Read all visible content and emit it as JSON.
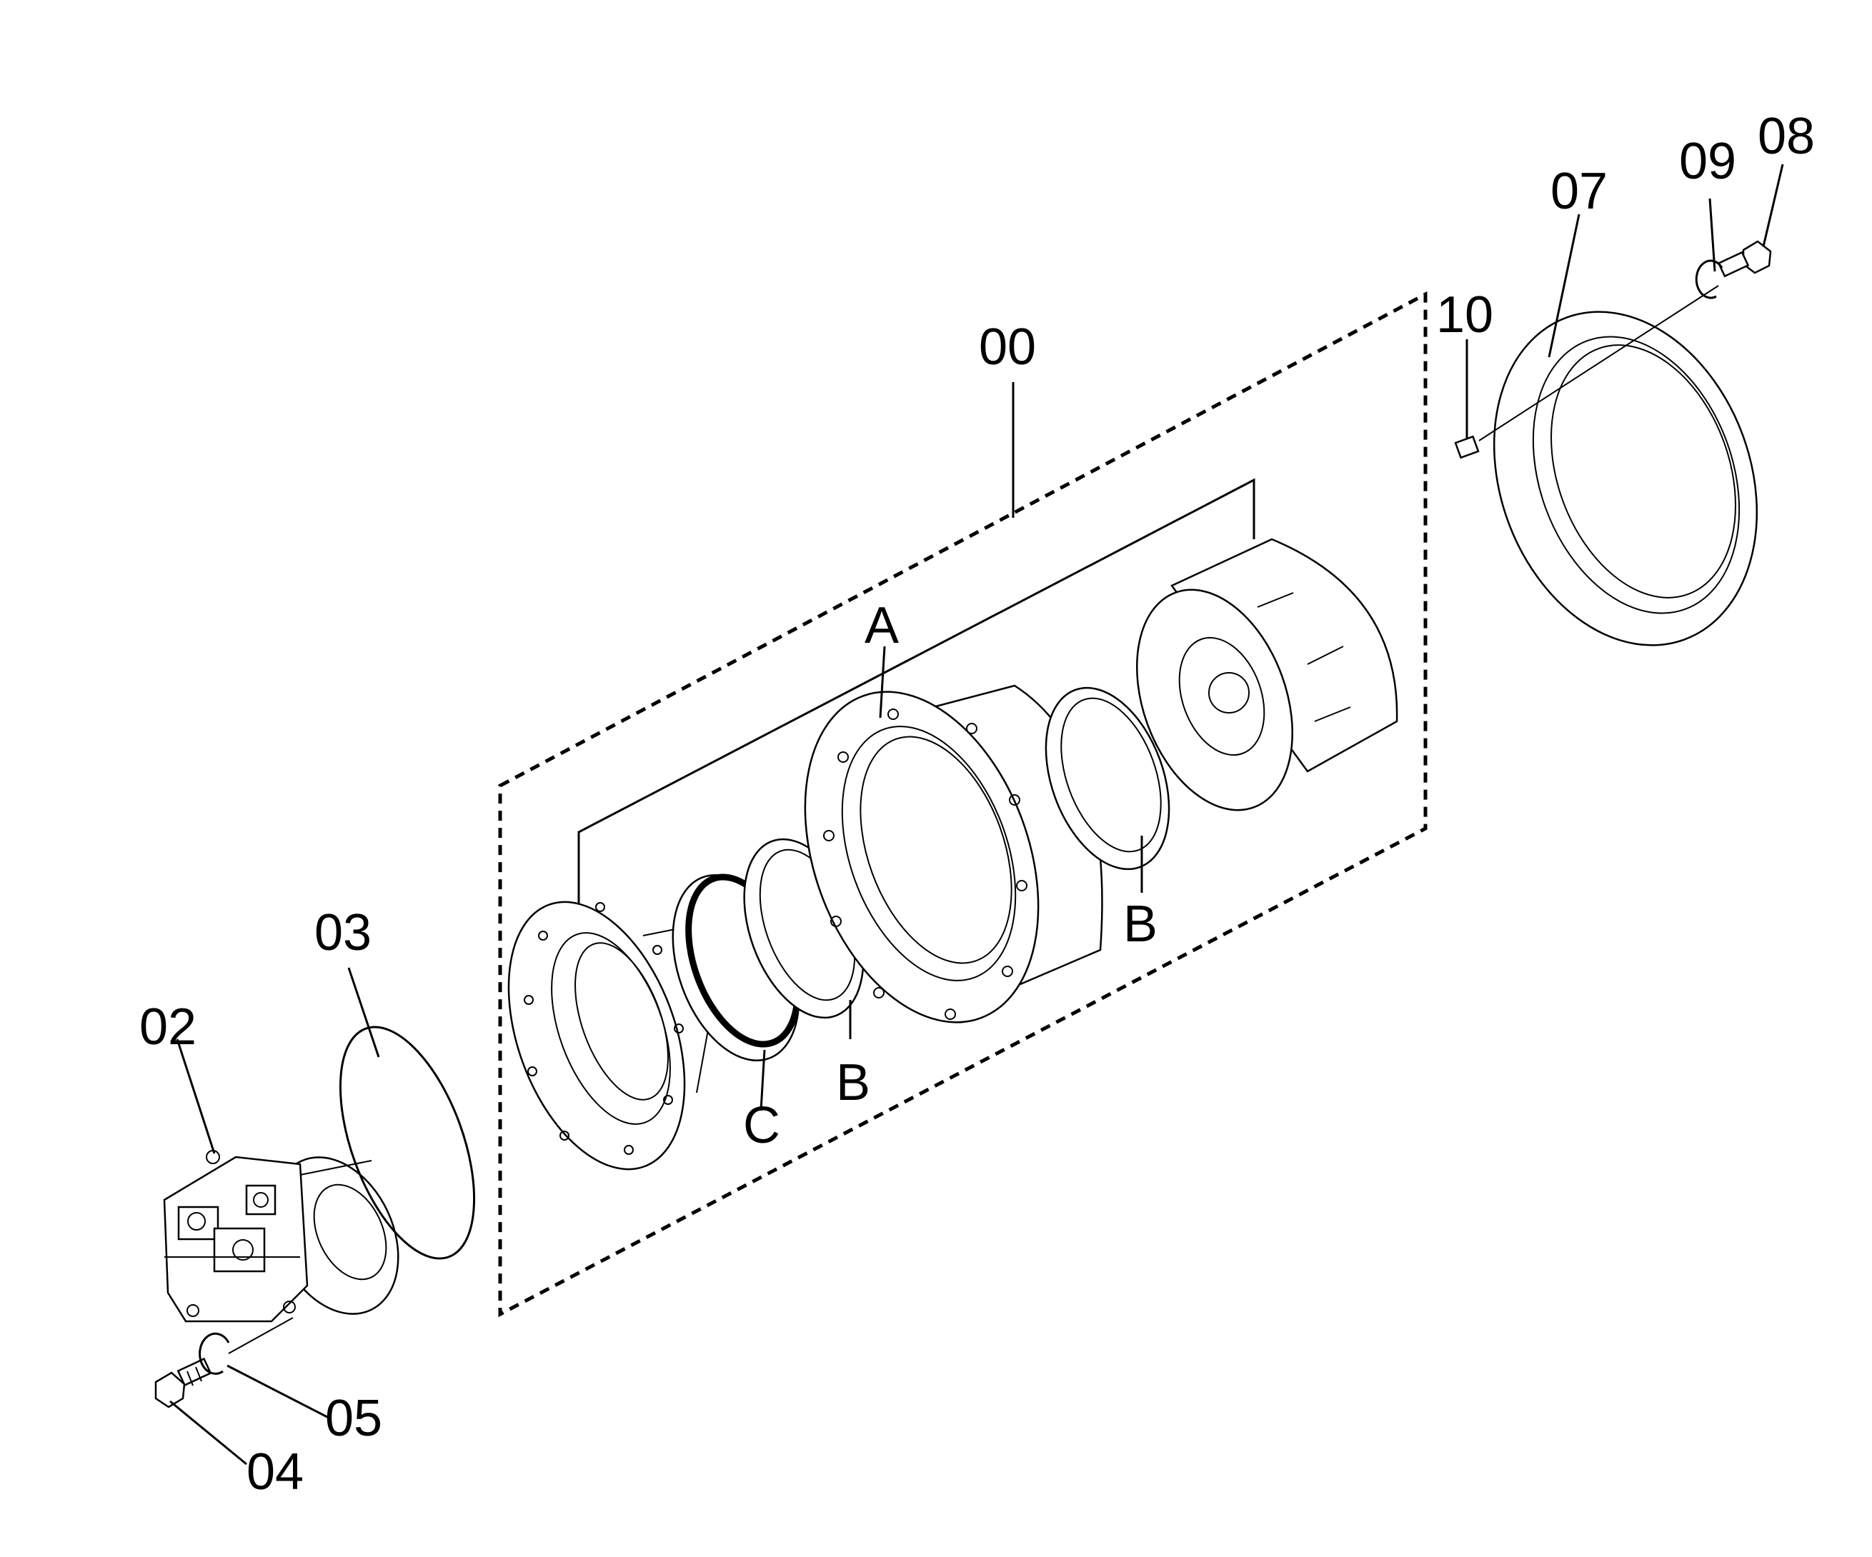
{
  "callouts": {
    "c00": "00",
    "c02": "02",
    "c03": "03",
    "c04": "04",
    "c05": "05",
    "c07": "07",
    "c08": "08",
    "c09": "09",
    "c10": "10",
    "cA": "A",
    "cB1": "B",
    "cB2": "B",
    "cC": "C"
  }
}
